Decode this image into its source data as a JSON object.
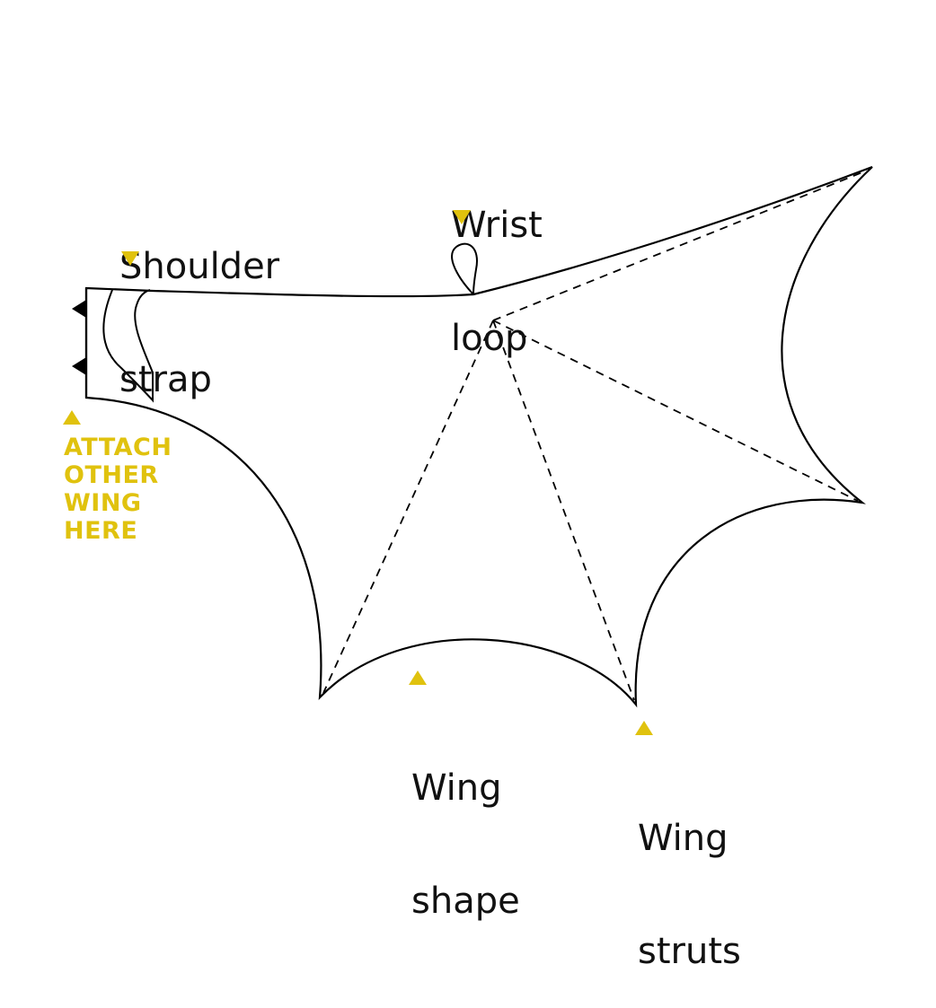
{
  "diagram": {
    "type": "costume wing pattern",
    "accent_color": "#e0c20e",
    "line_color": "#000000"
  },
  "labels": {
    "shoulder_strap": {
      "line1": "Shoulder",
      "line2": "strap",
      "marker": "down-triangle"
    },
    "wrist_loop": {
      "line1": "Wrist",
      "line2": "loop",
      "marker": "down-triangle"
    },
    "wing_shape": {
      "line1": "Wing",
      "line2": "shape",
      "marker": "up-triangle"
    },
    "wing_struts": {
      "line1": "Wing",
      "line2": "struts",
      "marker": "up-triangle"
    },
    "attach": {
      "line1": "ATTACH",
      "line2": "OTHER",
      "line3": "WING",
      "line4": "HERE",
      "marker": "up-triangle"
    }
  }
}
